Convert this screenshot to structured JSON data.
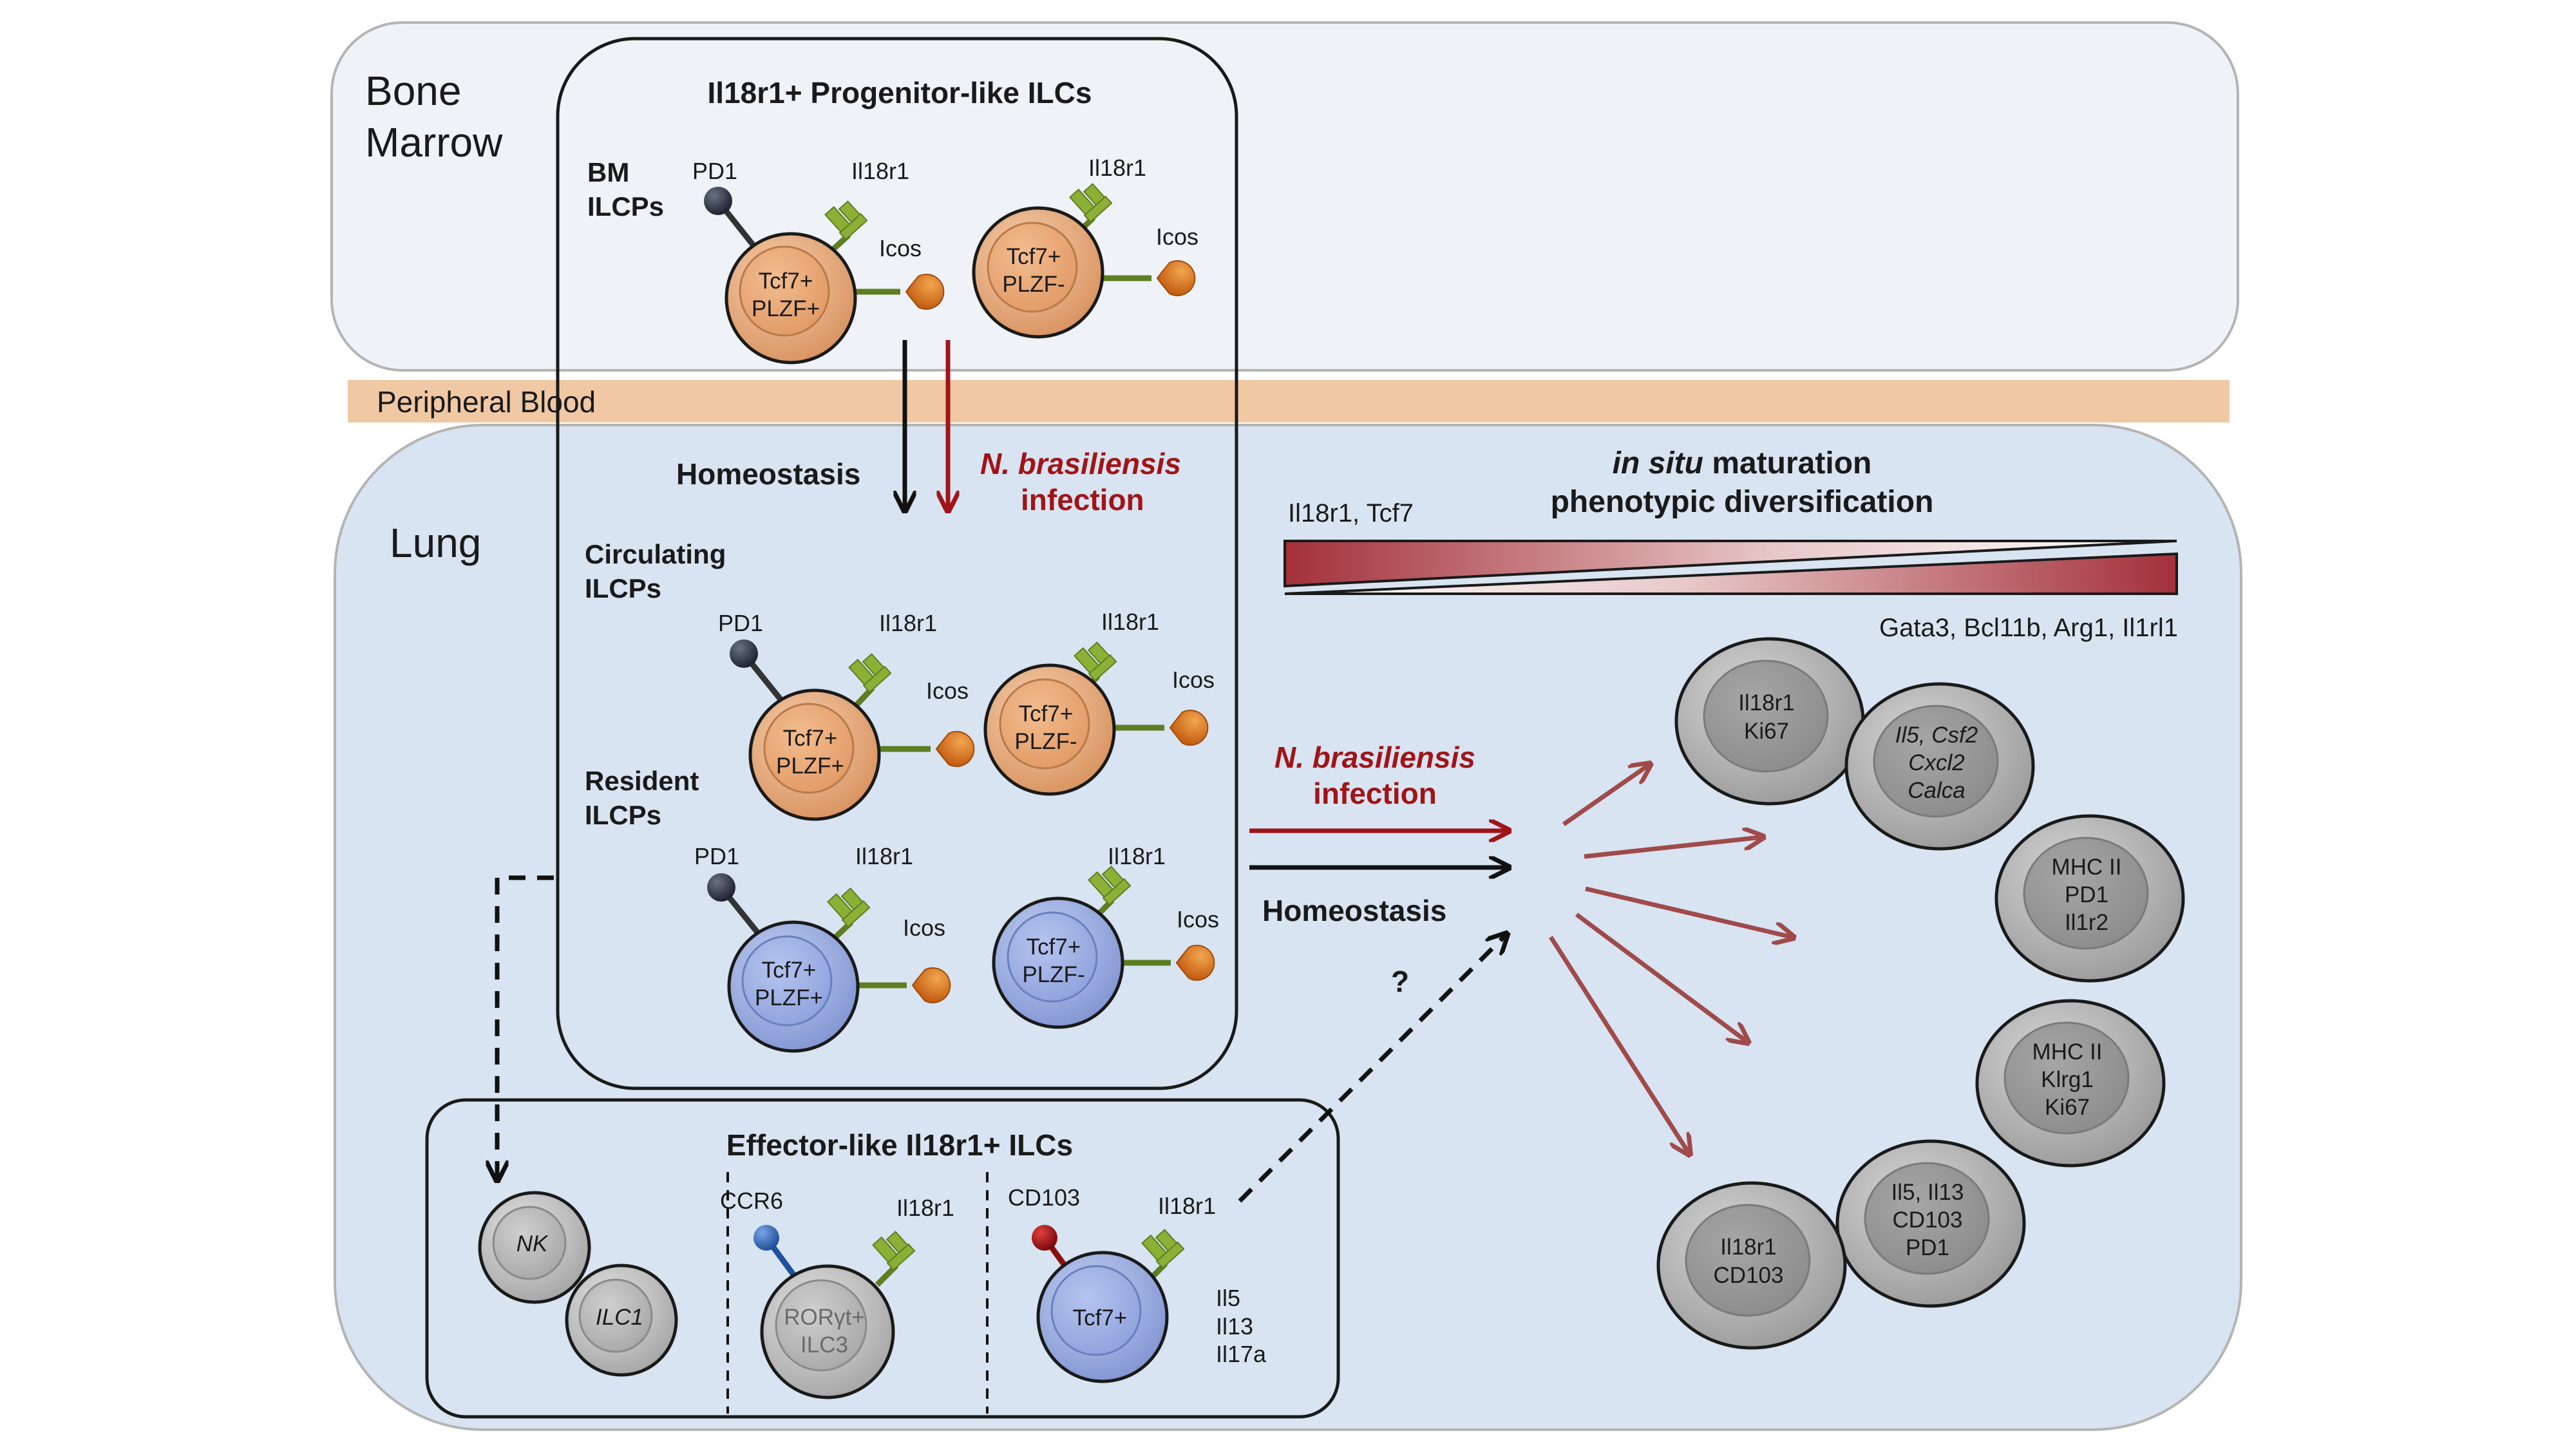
{
  "regions": {
    "bone_marrow": [
      "Bone",
      "Marrow"
    ],
    "peripheral_blood": "Peripheral Blood",
    "lung": "Lung"
  },
  "progenitor_box": {
    "title": "Il18r1+ Progenitor-like ILCs",
    "bm_group": [
      "BM",
      "ILCPs"
    ],
    "circulating_group": [
      "Circulating",
      "ILCPs"
    ],
    "resident_group": [
      "Resident",
      "ILCPs"
    ]
  },
  "markers": {
    "pd1": "PD1",
    "il18r1": "Il18r1",
    "icos": "Icos",
    "ccr6": "CCR6",
    "cd103": "CD103"
  },
  "cells": {
    "plzf_pos": [
      "Tcf7+",
      "PLZF+"
    ],
    "plzf_neg": [
      "Tcf7+",
      "PLZF-"
    ],
    "nk": "NK",
    "ilc1": "ILC1",
    "ilc3": [
      "RORγt+",
      "ILC3"
    ],
    "tcf7": "Tcf7+",
    "effector_cytokines": [
      "Il5",
      "Il13",
      "Il17a"
    ]
  },
  "arrows": {
    "homeostasis": "Homeostasis",
    "infection": [
      "N. brasiliensis",
      "infection"
    ],
    "question": "?"
  },
  "effector_box": {
    "title": "Effector-like Il18r1+ ILCs"
  },
  "maturation": {
    "title_italic": "in situ",
    "title_rest": " maturation",
    "subtitle": "phenotypic diversification",
    "decreasing_genes": "Il18r1, Tcf7",
    "increasing_genes": "Gata3, Bcl11b, Arg1, Il1rl1"
  },
  "mature_cells": [
    {
      "lines": [
        "Il18r1",
        "Ki67"
      ],
      "italic": false
    },
    {
      "lines": [
        "Il5, Csf2",
        "Cxcl2",
        "Calca"
      ],
      "italic": true
    },
    {
      "lines": [
        "MHC II",
        "PD1",
        "Il1r2"
      ],
      "italic": false
    },
    {
      "lines": [
        "MHC II",
        "Klrg1",
        "Ki67"
      ],
      "italic": false
    },
    {
      "lines": [
        "Il5, Il13",
        "CD103",
        "PD1"
      ],
      "italic": false
    },
    {
      "lines": [
        "Il18r1",
        "CD103"
      ],
      "italic": false
    }
  ],
  "colors": {
    "bone_marrow_bg": "#eff3f8",
    "lung_bg": "#d8e4f1",
    "blood_band": "#f0c9a4",
    "orange_cell": "#e8a477",
    "blue_cell": "#9aaee0",
    "grey_cell": "#b8b8b8",
    "infection_red": "#a01418",
    "fan_arrow": "#a04a4a",
    "il18r1_green": "#8cb035",
    "icos_orange": "#dd7a20"
  }
}
